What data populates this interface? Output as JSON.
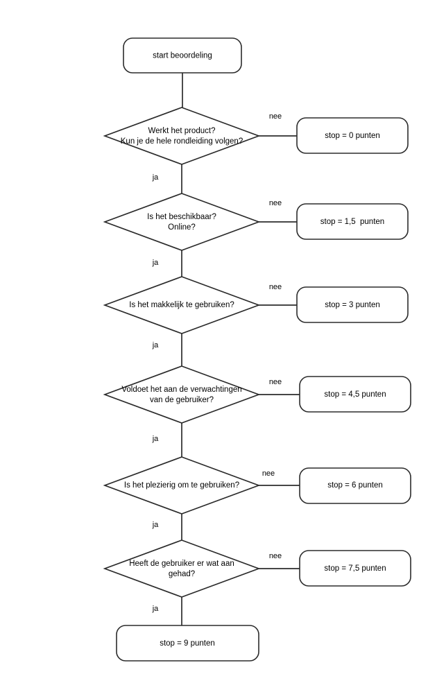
{
  "diagram": {
    "title": "start beoordeling",
    "language": "nl",
    "start_node": {
      "id": "start",
      "label": "start beoordeling",
      "shape": "rounded-rectangle"
    },
    "final_node": {
      "id": "stop9",
      "label": "stop = 9 punten",
      "shape": "rounded-rectangle"
    },
    "edge_labels": {
      "yes": "ja",
      "no": "nee"
    },
    "steps": [
      {
        "id": "q1",
        "question_line1": "Werkt het product?",
        "question_line2": "Kun je de hele rondleiding volgen?",
        "no_label": "nee",
        "yes_label": "ja",
        "outcome": "stop = 0 punten",
        "points": 0
      },
      {
        "id": "q2",
        "question_line1": "Is het beschikbaar?",
        "question_line2": "Online?",
        "no_label": "nee",
        "yes_label": "ja",
        "outcome": "stop = 1,5  punten",
        "points": 1.5
      },
      {
        "id": "q3",
        "question_line1": "Is het makkelijk te gebruiken?",
        "question_line2": "",
        "no_label": "nee",
        "yes_label": "ja",
        "outcome": "stop = 3 punten",
        "points": 3
      },
      {
        "id": "q4",
        "question_line1": "Voldoet het aan de verwachtingen",
        "question_line2": "van de gebruiker?",
        "no_label": "nee",
        "yes_label": "ja",
        "outcome": "stop = 4,5 punten",
        "points": 4.5
      },
      {
        "id": "q5",
        "question_line1": "Is het plezierig om te gebruiken?",
        "question_line2": "",
        "no_label": "nee",
        "yes_label": "ja",
        "outcome": "stop = 6 punten",
        "points": 6
      },
      {
        "id": "q6",
        "question_line1": "Heeft de gebruiker er wat aan",
        "question_line2": "gehad?",
        "no_label": "nee",
        "yes_label": "ja",
        "outcome": "stop = 7,5 punten",
        "points": 7.5
      }
    ],
    "colors": {
      "stroke": "#2b2b2b",
      "fill": "#ffffff",
      "text": "#000000",
      "background": "#ffffff"
    }
  }
}
